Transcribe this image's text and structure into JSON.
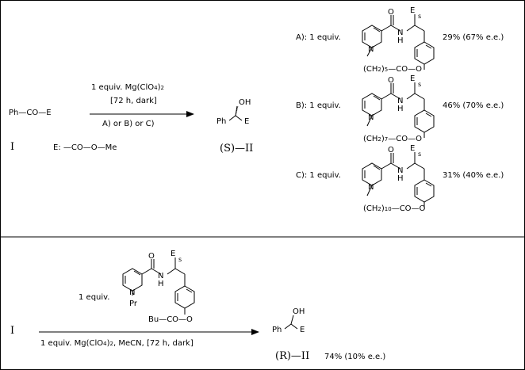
{
  "scheme1": {
    "reactant": "Ph—CO—E",
    "reactant_id": "I",
    "e_def": "E: —CO—O—Me",
    "cond_top": "1 equiv. Mg(ClO",
    "cond_sub": "4",
    "cond_tail": ")",
    "cond_tail_sub": "2",
    "cond_mid": "[72 h, dark]",
    "cond_bottom": "A)  or B) or C)",
    "product_id": "(S)—II",
    "prod_oh": "OH",
    "prod_ph": "Ph",
    "prod_e": "E"
  },
  "reagents": [
    {
      "label": "A): 1 equiv.",
      "chain_pre": "(CH",
      "chain_sub1": "2",
      "chain_mid": ")",
      "chain_n": "5",
      "chain_post": "—CO—O",
      "result": "29% (67% e.e.)"
    },
    {
      "label": "B): 1 equiv.",
      "chain_pre": "(CH",
      "chain_sub1": "2",
      "chain_mid": ")",
      "chain_n": "7",
      "chain_post": "—CO—O",
      "result": "46% (70% e.e.)"
    },
    {
      "label": "C): 1 equiv.",
      "chain_pre": "(CH",
      "chain_sub1": "2",
      "chain_mid": ")",
      "chain_n": "10",
      "chain_post": "—CO—O",
      "result": "31% (40% e.e.)"
    }
  ],
  "struct_labels": {
    "o": "O",
    "n_h": "H",
    "n": "N",
    "n_amide": "N",
    "e": "E",
    "s": "s"
  },
  "scheme2": {
    "reactant_id": "I",
    "reagent_amount": "1 equiv.",
    "n_sub": "Pr",
    "bu_chain": "Bu—CO—O",
    "cond_pre": "1 equiv. Mg(ClO",
    "cond_sub": "4",
    "cond_mid": ")",
    "cond_sub2": "2",
    "cond_post": ",   MeCN,  [72 h, dark]",
    "product_id": "(R)—II",
    "result": "74% (10% e.e.)",
    "prod_oh": "OH",
    "prod_ph": "Ph",
    "prod_e": "E"
  }
}
